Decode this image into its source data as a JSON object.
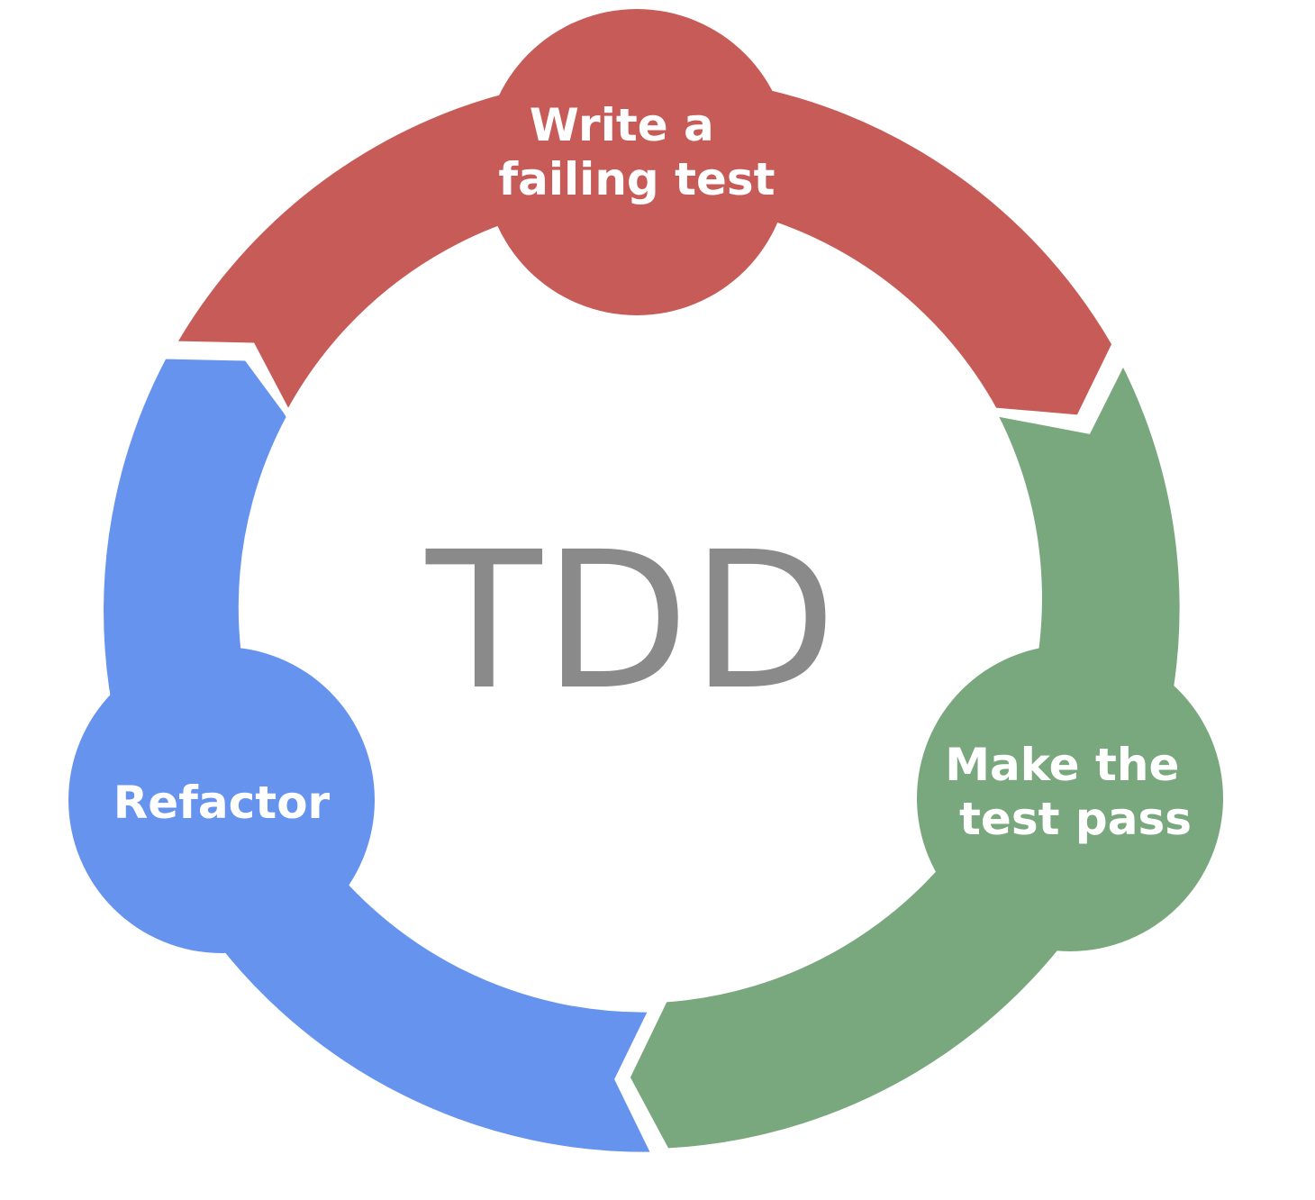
{
  "center_label": "TDD",
  "steps": [
    {
      "key": "write",
      "lines": [
        "Write a",
        "failing test"
      ],
      "color": "#c75b58"
    },
    {
      "key": "pass",
      "lines": [
        "Make the",
        "test pass"
      ],
      "color": "#7aa87e"
    },
    {
      "key": "refactor",
      "lines": [
        "Refactor"
      ],
      "color": "#6693ee"
    }
  ]
}
